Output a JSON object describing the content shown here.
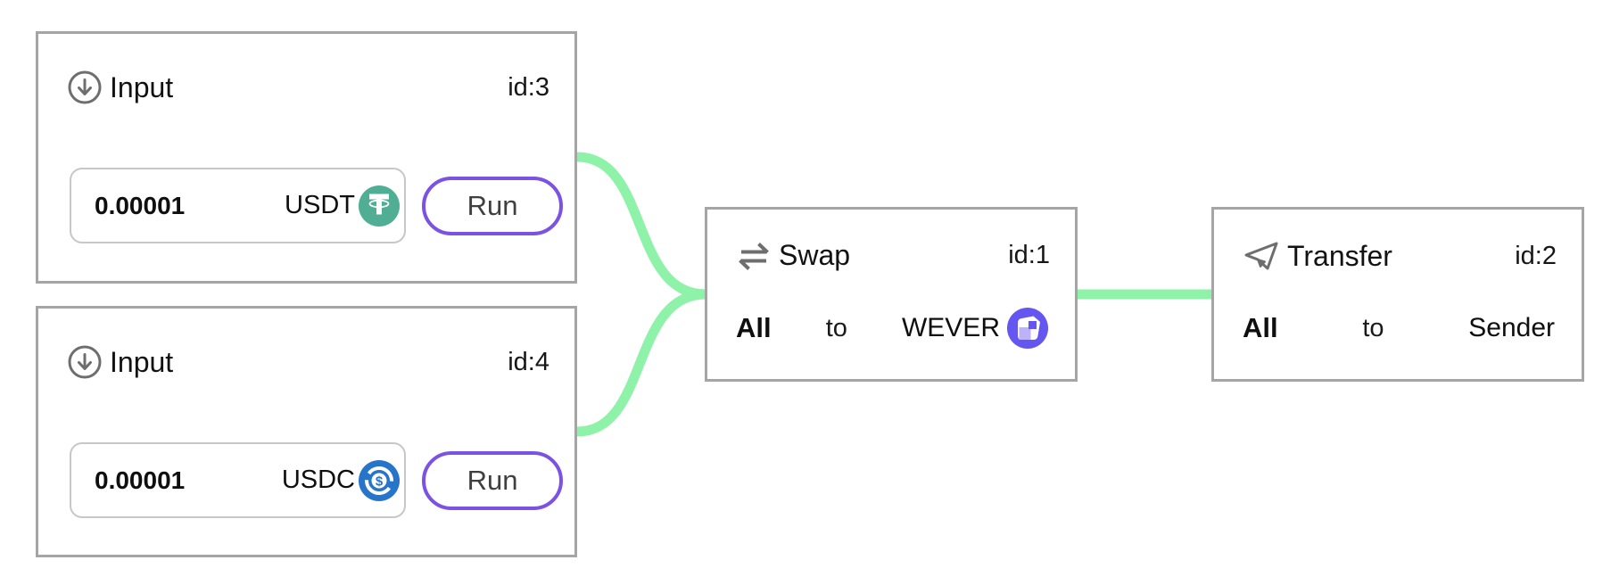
{
  "colors": {
    "edge": "#8FF2A9",
    "node_border": "#A5A5A5",
    "field_border": "#C7C7C7",
    "run_border": "#7B52E3",
    "icon_gray": "#6E6E6E",
    "usdt_green": "#4FAE93",
    "usdc_blue": "#2775CA",
    "wever_purple": "#6356F1",
    "wever_light": "#BDB2F9"
  },
  "nodes": {
    "input_usdt": {
      "title": "Input",
      "id_label": "id:3",
      "amount": "0.00001",
      "token": "USDT",
      "run_label": "Run"
    },
    "input_usdc": {
      "title": "Input",
      "id_label": "id:4",
      "amount": "0.00001",
      "token": "USDC",
      "run_label": "Run"
    },
    "swap": {
      "title": "Swap",
      "id_label": "id:1",
      "source": "All",
      "preposition": "to",
      "target": "WEVER"
    },
    "transfer": {
      "title": "Transfer",
      "id_label": "id:2",
      "source": "All",
      "preposition": "to",
      "target": "Sender"
    }
  }
}
